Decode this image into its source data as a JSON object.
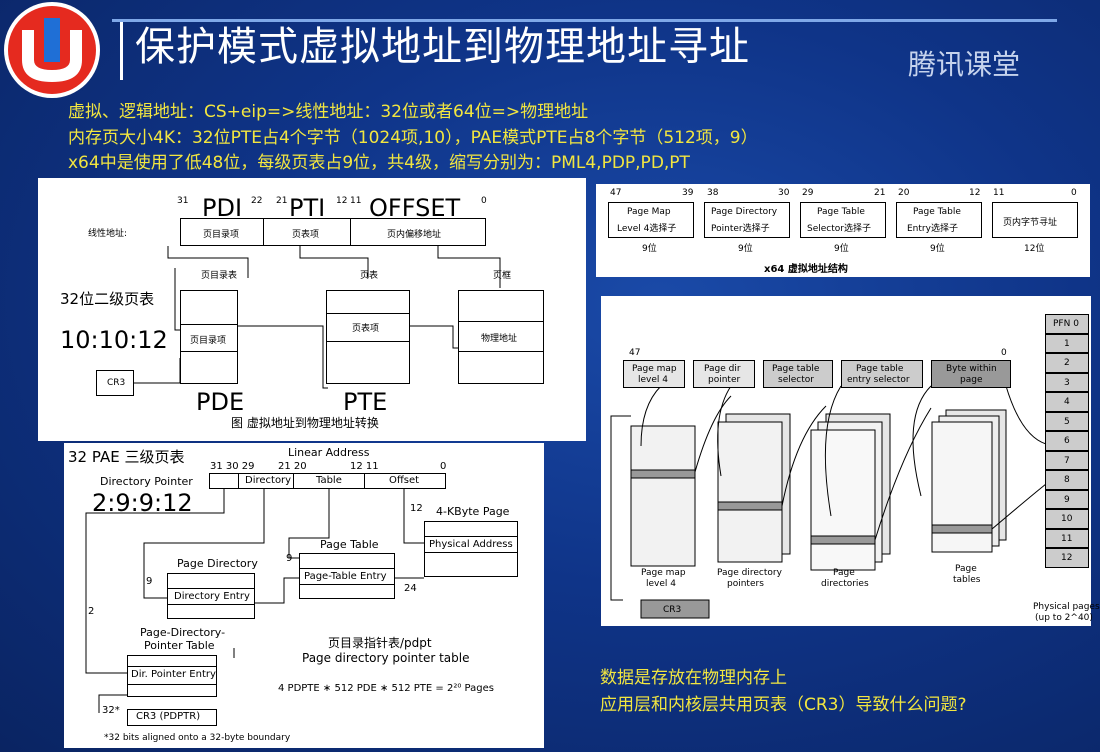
{
  "header": {
    "title": "保护模式虚拟地址到物理地址寻址",
    "brand": "腾讯课堂"
  },
  "notes": {
    "line1": "虚拟、逻辑地址：CS+eip=>线性地址：32位或者64位=>物理地址",
    "line2": "内存页大小4K：32位PTE占4个字节（1024项,10），PAE模式PTE占8个字节（512项，9）",
    "line3": "x64中是使用了低48位，每级页表占9位，共4级，缩写分别为：PML4,PDP,PD,PT"
  },
  "fig1": {
    "bits": [
      "31",
      "22",
      "21",
      "12",
      "11",
      "0"
    ],
    "big_labels": {
      "pdi": "PDI",
      "pti": "PTI",
      "offset": "OFFSET"
    },
    "linear_label": "线性地址:",
    "fields": [
      "页目录项",
      "页表项",
      "页内偏移地址"
    ],
    "tables": {
      "pd": "页目录表",
      "pt": "页表",
      "page": "页框"
    },
    "entries": {
      "pde": "页目录项",
      "pte": "页表项",
      "phys": "物理地址"
    },
    "annot_title": "32位二级页表",
    "annot_split": "10:10:12",
    "cr3": "CR3",
    "pde": "PDE",
    "pte": "PTE",
    "caption": "图 虚拟地址到物理地址转换"
  },
  "fig2": {
    "bits": [
      {
        "a": "47",
        "b": "39"
      },
      {
        "a": "38",
        "b": "30"
      },
      {
        "a": "29",
        "b": "21"
      },
      {
        "a": "20",
        "b": "12"
      },
      {
        "a": "11",
        "b": "0"
      }
    ],
    "fields": [
      {
        "l1": "Page Map",
        "l2": "Level 4选择子",
        "bits": "9位"
      },
      {
        "l1": "Page Directory",
        "l2": "Pointer选择子",
        "bits": "9位"
      },
      {
        "l1": "Page Table",
        "l2": "Selector选择子",
        "bits": "9位"
      },
      {
        "l1": "Page Table",
        "l2": "Entry选择子",
        "bits": "9位"
      },
      {
        "l1": "页内字节寻址",
        "l2": "",
        "bits": "12位"
      }
    ],
    "caption": "x64 虚拟地址结构"
  },
  "fig3": {
    "title": "32 PAE 三级页表",
    "linear": "Linear Address",
    "bits": [
      "31 30 29",
      "21 20",
      "12 11",
      "0"
    ],
    "dir_ptr": "Directory Pointer",
    "fields": [
      "Directory",
      "Table",
      "Offset"
    ],
    "split": "2:9:9:12",
    "page4k": "4-KByte Page",
    "phys": "Physical Address",
    "page_table": "Page Table",
    "pte": "Page-Table Entry",
    "page_dir": "Page Directory",
    "dir_entry": "Directory Entry",
    "pdpt_title1": "Page-Directory-",
    "pdpt_title2": "Pointer Table",
    "dir_ptr_entry": "Dir. Pointer Entry",
    "cr3": "CR3 (PDPTR)",
    "n9a": "9",
    "n9b": "9",
    "n12": "12",
    "n24": "24",
    "n2": "2",
    "n32": "32*",
    "pdpt_cn": "页目录指针表/pdpt",
    "pdpt_en": "Page directory pointer table",
    "formula": "4 PDPTE ∗ 512 PDE ∗ 512 PTE = 2²⁰ Pages",
    "footnote": "*32 bits aligned onto a 32-byte boundary"
  },
  "fig4": {
    "bit47": "47",
    "bit0": "0",
    "selectors": [
      {
        "l1": "Page map",
        "l2": "level 4"
      },
      {
        "l1": "Page dir",
        "l2": "pointer"
      },
      {
        "l1": "Page table",
        "l2": "selector"
      },
      {
        "l1": "Page table",
        "l2": "entry selector"
      },
      {
        "l1": "Byte within",
        "l2": "page"
      }
    ],
    "tables": [
      {
        "l1": "Page map",
        "l2": "level 4"
      },
      {
        "l1": "Page directory",
        "l2": "pointers"
      },
      {
        "l1": "Page",
        "l2": "directories"
      },
      {
        "l1": "Page",
        "l2": "tables"
      }
    ],
    "cr3": "CR3",
    "pfn": [
      "PFN 0",
      "1",
      "2",
      "3",
      "4",
      "5",
      "6",
      "7",
      "8",
      "9",
      "10",
      "11",
      "12"
    ],
    "phys1": "Physical pages",
    "phys2": "(up to 2^40)"
  },
  "bottom": {
    "line1": "数据是存放在物理内存上",
    "line2": "应用层和内核层共用页表（CR3）导致什么问题?"
  }
}
